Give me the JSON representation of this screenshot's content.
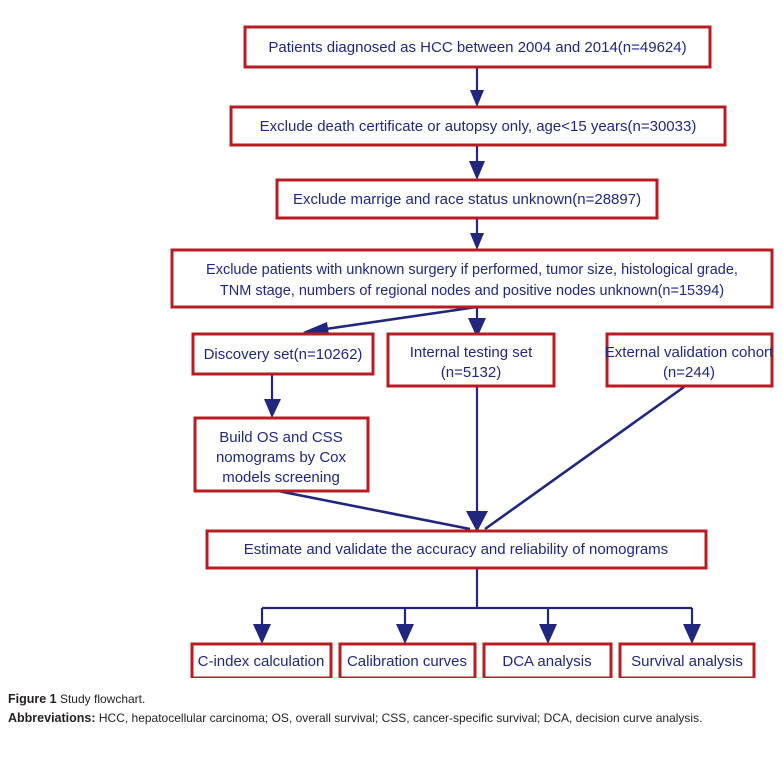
{
  "figure": {
    "caption_label": "Figure 1",
    "caption_title": "Study flowchart.",
    "abbrev_label": "Abbreviations:",
    "abbrev_text": "HCC, hepatocellular carcinoma; OS, overall survival; CSS, cancer-specific survival; DCA, decision curve analysis."
  },
  "colors": {
    "box_border": "#b81c22",
    "text_blue": "#21277e",
    "connector": "#21277e",
    "background": "#ffffff"
  },
  "chart_data": {
    "type": "diagram",
    "title": "Study flowchart",
    "nodes": [
      {
        "id": "n1",
        "lines": [
          "Patients diagnosed as HCC  between 2004 and 2014(n=49624)"
        ],
        "count": 49624
      },
      {
        "id": "n2",
        "lines": [
          "Exclude death certificate or autopsy only, age<15 years(n=30033)"
        ],
        "count": 30033
      },
      {
        "id": "n3",
        "lines": [
          "Exclude marrige and race status unknown(n=28897)"
        ],
        "count": 28897
      },
      {
        "id": "n4",
        "lines": [
          "Exclude patients with unknown surgery if performed, tumor size, histological grade,",
          "TNM stage, numbers of regional nodes and positive nodes unknown(n=15394)"
        ],
        "count": 15394
      },
      {
        "id": "n5",
        "lines": [
          "Discovery set(n=10262)"
        ],
        "count": 10262
      },
      {
        "id": "n6",
        "lines": [
          "Internal testing set",
          "(n=5132)"
        ],
        "count": 5132
      },
      {
        "id": "n7",
        "lines": [
          "External validation cohort",
          "(n=244)"
        ],
        "count": 244
      },
      {
        "id": "n8",
        "lines": [
          "Build OS and CSS",
          "nomograms by Cox",
          "models screening"
        ]
      },
      {
        "id": "n9",
        "lines": [
          "Estimate and validate the accuracy and reliability of nomograms"
        ]
      },
      {
        "id": "n10",
        "lines": [
          "C-index calculation"
        ]
      },
      {
        "id": "n11",
        "lines": [
          "Calibration curves"
        ]
      },
      {
        "id": "n12",
        "lines": [
          "DCA analysis"
        ]
      },
      {
        "id": "n13",
        "lines": [
          "Survival analysis"
        ]
      }
    ],
    "edges": [
      {
        "from": "n1",
        "to": "n2"
      },
      {
        "from": "n2",
        "to": "n3"
      },
      {
        "from": "n3",
        "to": "n4"
      },
      {
        "from": "n4",
        "to": "n5"
      },
      {
        "from": "n4",
        "to": "n6"
      },
      {
        "from": "n5",
        "to": "n8"
      },
      {
        "from": "n8",
        "to": "n9"
      },
      {
        "from": "n6",
        "to": "n9"
      },
      {
        "from": "n7",
        "to": "n9"
      },
      {
        "from": "n9",
        "to": "n10"
      },
      {
        "from": "n9",
        "to": "n11"
      },
      {
        "from": "n9",
        "to": "n12"
      },
      {
        "from": "n9",
        "to": "n13"
      }
    ]
  }
}
